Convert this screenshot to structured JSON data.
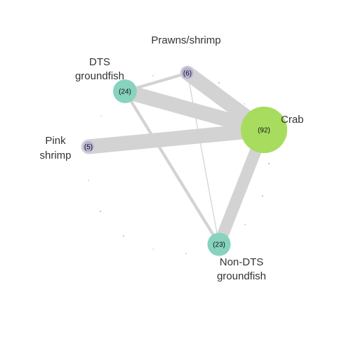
{
  "chart_data": {
    "type": "network",
    "nodes": [
      {
        "id": "crab",
        "label_lines": [
          "Crab"
        ],
        "count_text": "(92)",
        "value": 92,
        "color": "#a8dc5e"
      },
      {
        "id": "prawns",
        "label_lines": [
          "Prawns/shrimp"
        ],
        "count_text": "(6)",
        "value": 6,
        "color": "#b7b2d8"
      },
      {
        "id": "dts",
        "label_lines": [
          "DTS",
          "groundfish"
        ],
        "count_text": "(24)",
        "value": 24,
        "color": "#88d3be"
      },
      {
        "id": "pink",
        "label_lines": [
          "Pink",
          "shrimp"
        ],
        "count_text": "(5)",
        "value": 5,
        "color": "#b7b2d8"
      },
      {
        "id": "nondts",
        "label_lines": [
          "Non-DTS",
          "groundfish"
        ],
        "count_text": "(23)",
        "value": 23,
        "color": "#88d3be"
      }
    ],
    "edges": [
      {
        "source": "prawns",
        "target": "crab",
        "weight": 5
      },
      {
        "source": "dts",
        "target": "crab",
        "weight": 5
      },
      {
        "source": "pink",
        "target": "crab",
        "weight": 5
      },
      {
        "source": "nondts",
        "target": "crab",
        "weight": 4
      },
      {
        "source": "dts",
        "target": "nondts",
        "weight": 1
      },
      {
        "source": "dts",
        "target": "prawns",
        "weight": 1
      },
      {
        "source": "prawns",
        "target": "nondts",
        "weight": 0.3
      }
    ],
    "edge_color": "#d3d3d3"
  }
}
